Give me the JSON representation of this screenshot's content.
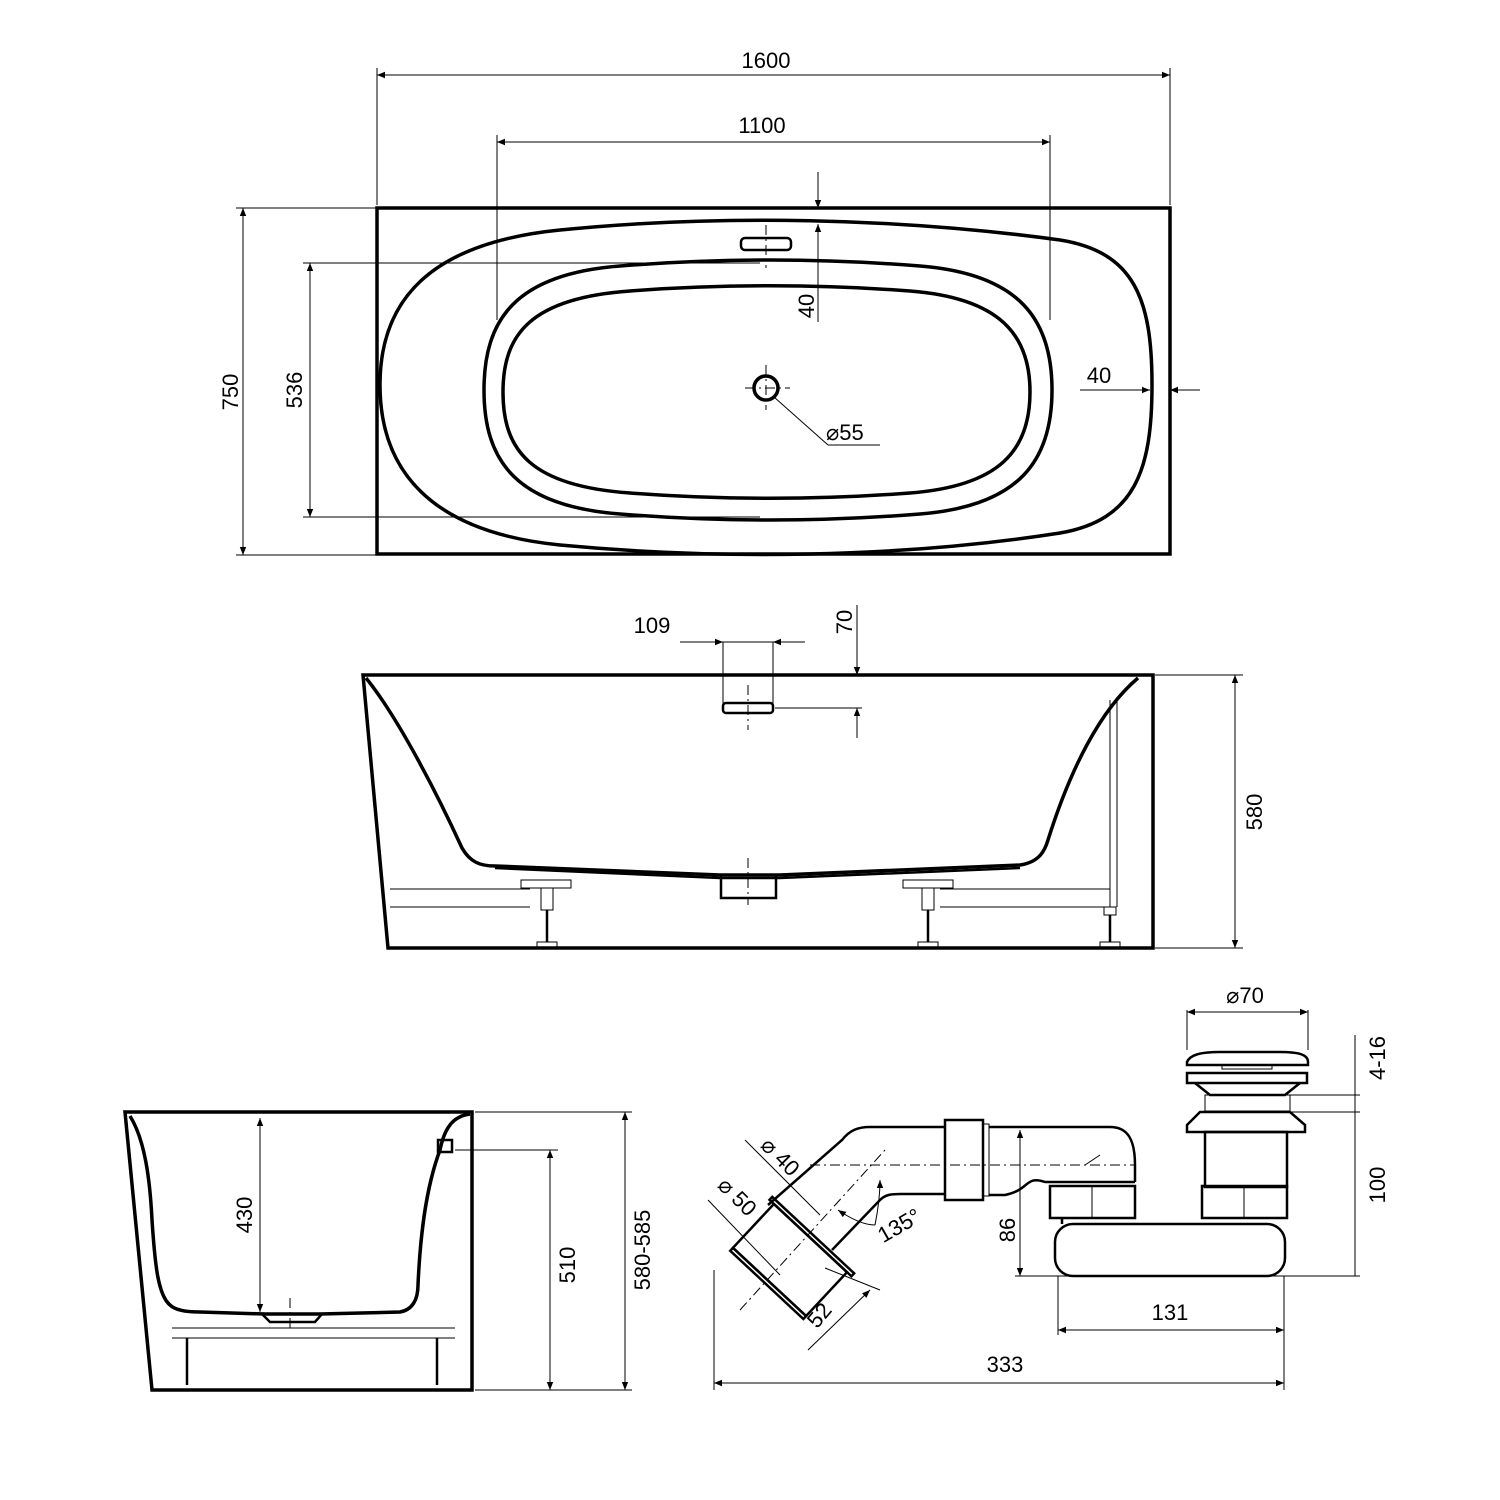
{
  "top_view": {
    "width_total": "1600",
    "inner_length": "1100",
    "depth_total": "750",
    "inner_width": "536",
    "rim_top": "40",
    "rim_side": "40",
    "drain_diameter": "⌀55"
  },
  "side_view": {
    "overflow_width": "109",
    "overflow_offset": "70",
    "height": "580"
  },
  "end_view": {
    "inner_depth": "430",
    "overflow_height": "510",
    "height_range": "580-585"
  },
  "drain_set": {
    "plug_diameter": "⌀70",
    "plug_lift": "4-16",
    "outlet_diameter_inner": "⌀ 40",
    "outlet_diameter_outer": "⌀ 50",
    "angle": "135°",
    "trap_height": "86",
    "total_height": "100",
    "trap_width": "131",
    "outlet_length": "52",
    "total_length": "333"
  },
  "colors": {
    "line": "#000000",
    "background": "#ffffff"
  }
}
